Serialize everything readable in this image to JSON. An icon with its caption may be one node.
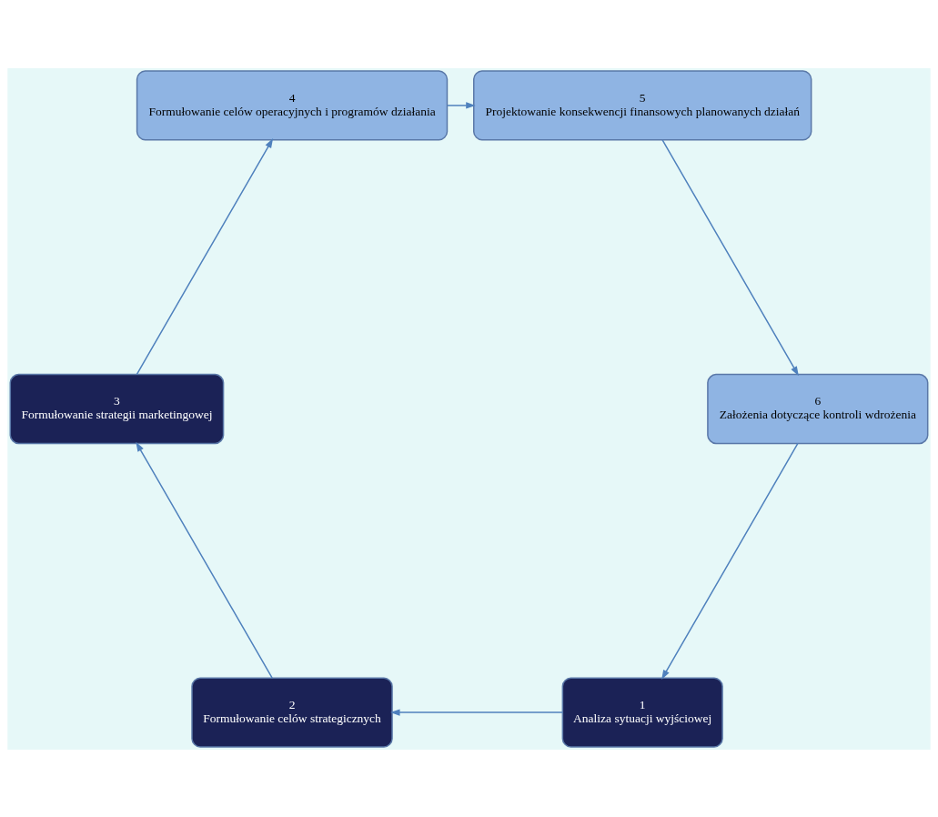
{
  "diagram": {
    "nodes": [
      {
        "text": [
          "1",
          "Analiza sytuacji wyjściowej"
        ]
      },
      {
        "text": [
          "2",
          "Formułowanie celów strategicznych"
        ]
      },
      {
        "text": [
          "3",
          "Formułowanie strategii marketingowej"
        ]
      },
      {
        "text": [
          "4",
          "Formułowanie celów operacyjnych i programów działania"
        ]
      },
      {
        "text": [
          "5",
          "Projektowanie konsekwencji finansowych planowanych działań"
        ]
      },
      {
        "text": [
          "6",
          "Założenia dotyczące kontroli wdrożenia"
        ]
      }
    ],
    "edges": [
      {
        "from": 0,
        "to": 1,
        "arrow": "to"
      },
      {
        "from": 1,
        "to": 2,
        "arrow": "to"
      },
      {
        "from": 2,
        "to": 3,
        "arrow": "to"
      },
      {
        "from": 3,
        "to": 4,
        "arrow": "to"
      },
      {
        "from": 4,
        "to": 5,
        "arrow": "to"
      },
      {
        "from": 5,
        "to": 0,
        "arrow": "to"
      }
    ]
  }
}
